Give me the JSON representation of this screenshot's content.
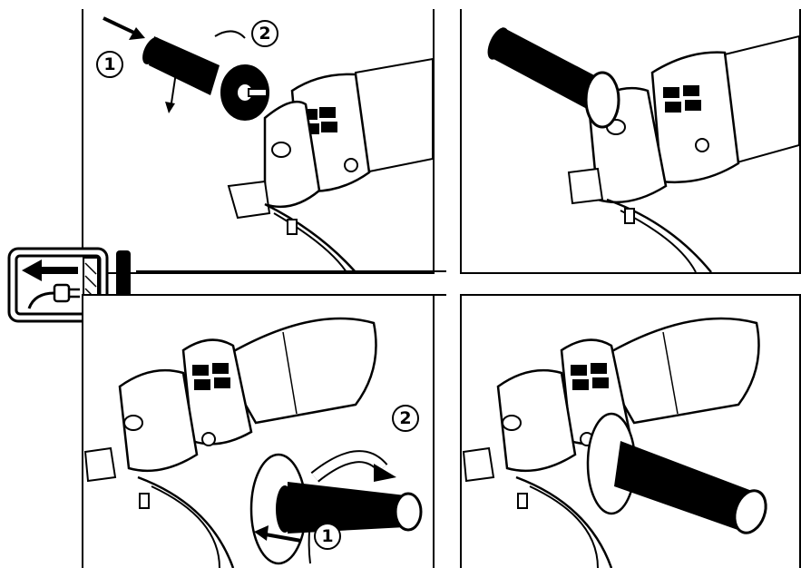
{
  "panels": {
    "top_left": {
      "steps": [
        {
          "label": "1"
        },
        {
          "label": "2"
        }
      ]
    },
    "top_right": {},
    "bottom_left": {
      "steps": [
        {
          "label": "1"
        },
        {
          "label": "2"
        }
      ]
    },
    "bottom_right": {}
  },
  "warning": {
    "icon": "unplug-warning-icon",
    "symbol": "!"
  }
}
